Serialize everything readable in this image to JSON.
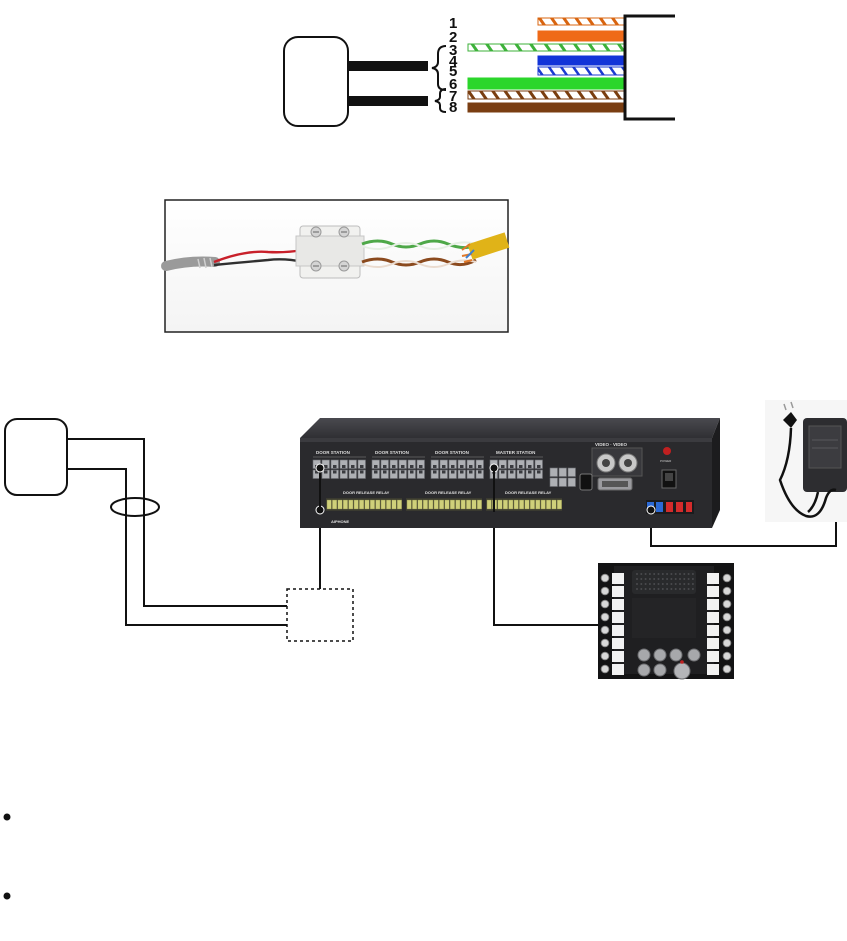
{
  "wire_pins": [
    {
      "label": "1",
      "color": "#d8640f",
      "style": "striped"
    },
    {
      "label": "2",
      "color": "#ef6a18",
      "style": "solid"
    },
    {
      "label": "3",
      "color": "#3db13a",
      "style": "striped"
    },
    {
      "label": "4",
      "color": "#1234d8",
      "style": "solid"
    },
    {
      "label": "5",
      "color": "#1a3ad0",
      "style": "striped"
    },
    {
      "label": "6",
      "color": "#2bd62b",
      "style": "solid"
    },
    {
      "label": "7",
      "color": "#7a3e10",
      "style": "striped"
    },
    {
      "label": "8",
      "color": "#7a3e12",
      "style": "solid"
    }
  ],
  "control_unit": {
    "section_labels": [
      "DOOR STATION",
      "DOOR STATION",
      "DOOR STATION",
      "MASTER STATION"
    ],
    "video_label": "VIDEO  ·  VIDEO",
    "relay_labels": [
      "DOOR RELEASE RELAY",
      "DOOR RELEASE RELAY",
      "DOOR RELEASE RELAY"
    ],
    "brand": "AIPHONE",
    "power_label": "POWER"
  },
  "colors": {
    "unit_body": "#2a2a2d",
    "port": "#aeb0b4",
    "terminal": "#cfd07a",
    "line": "#111111"
  }
}
